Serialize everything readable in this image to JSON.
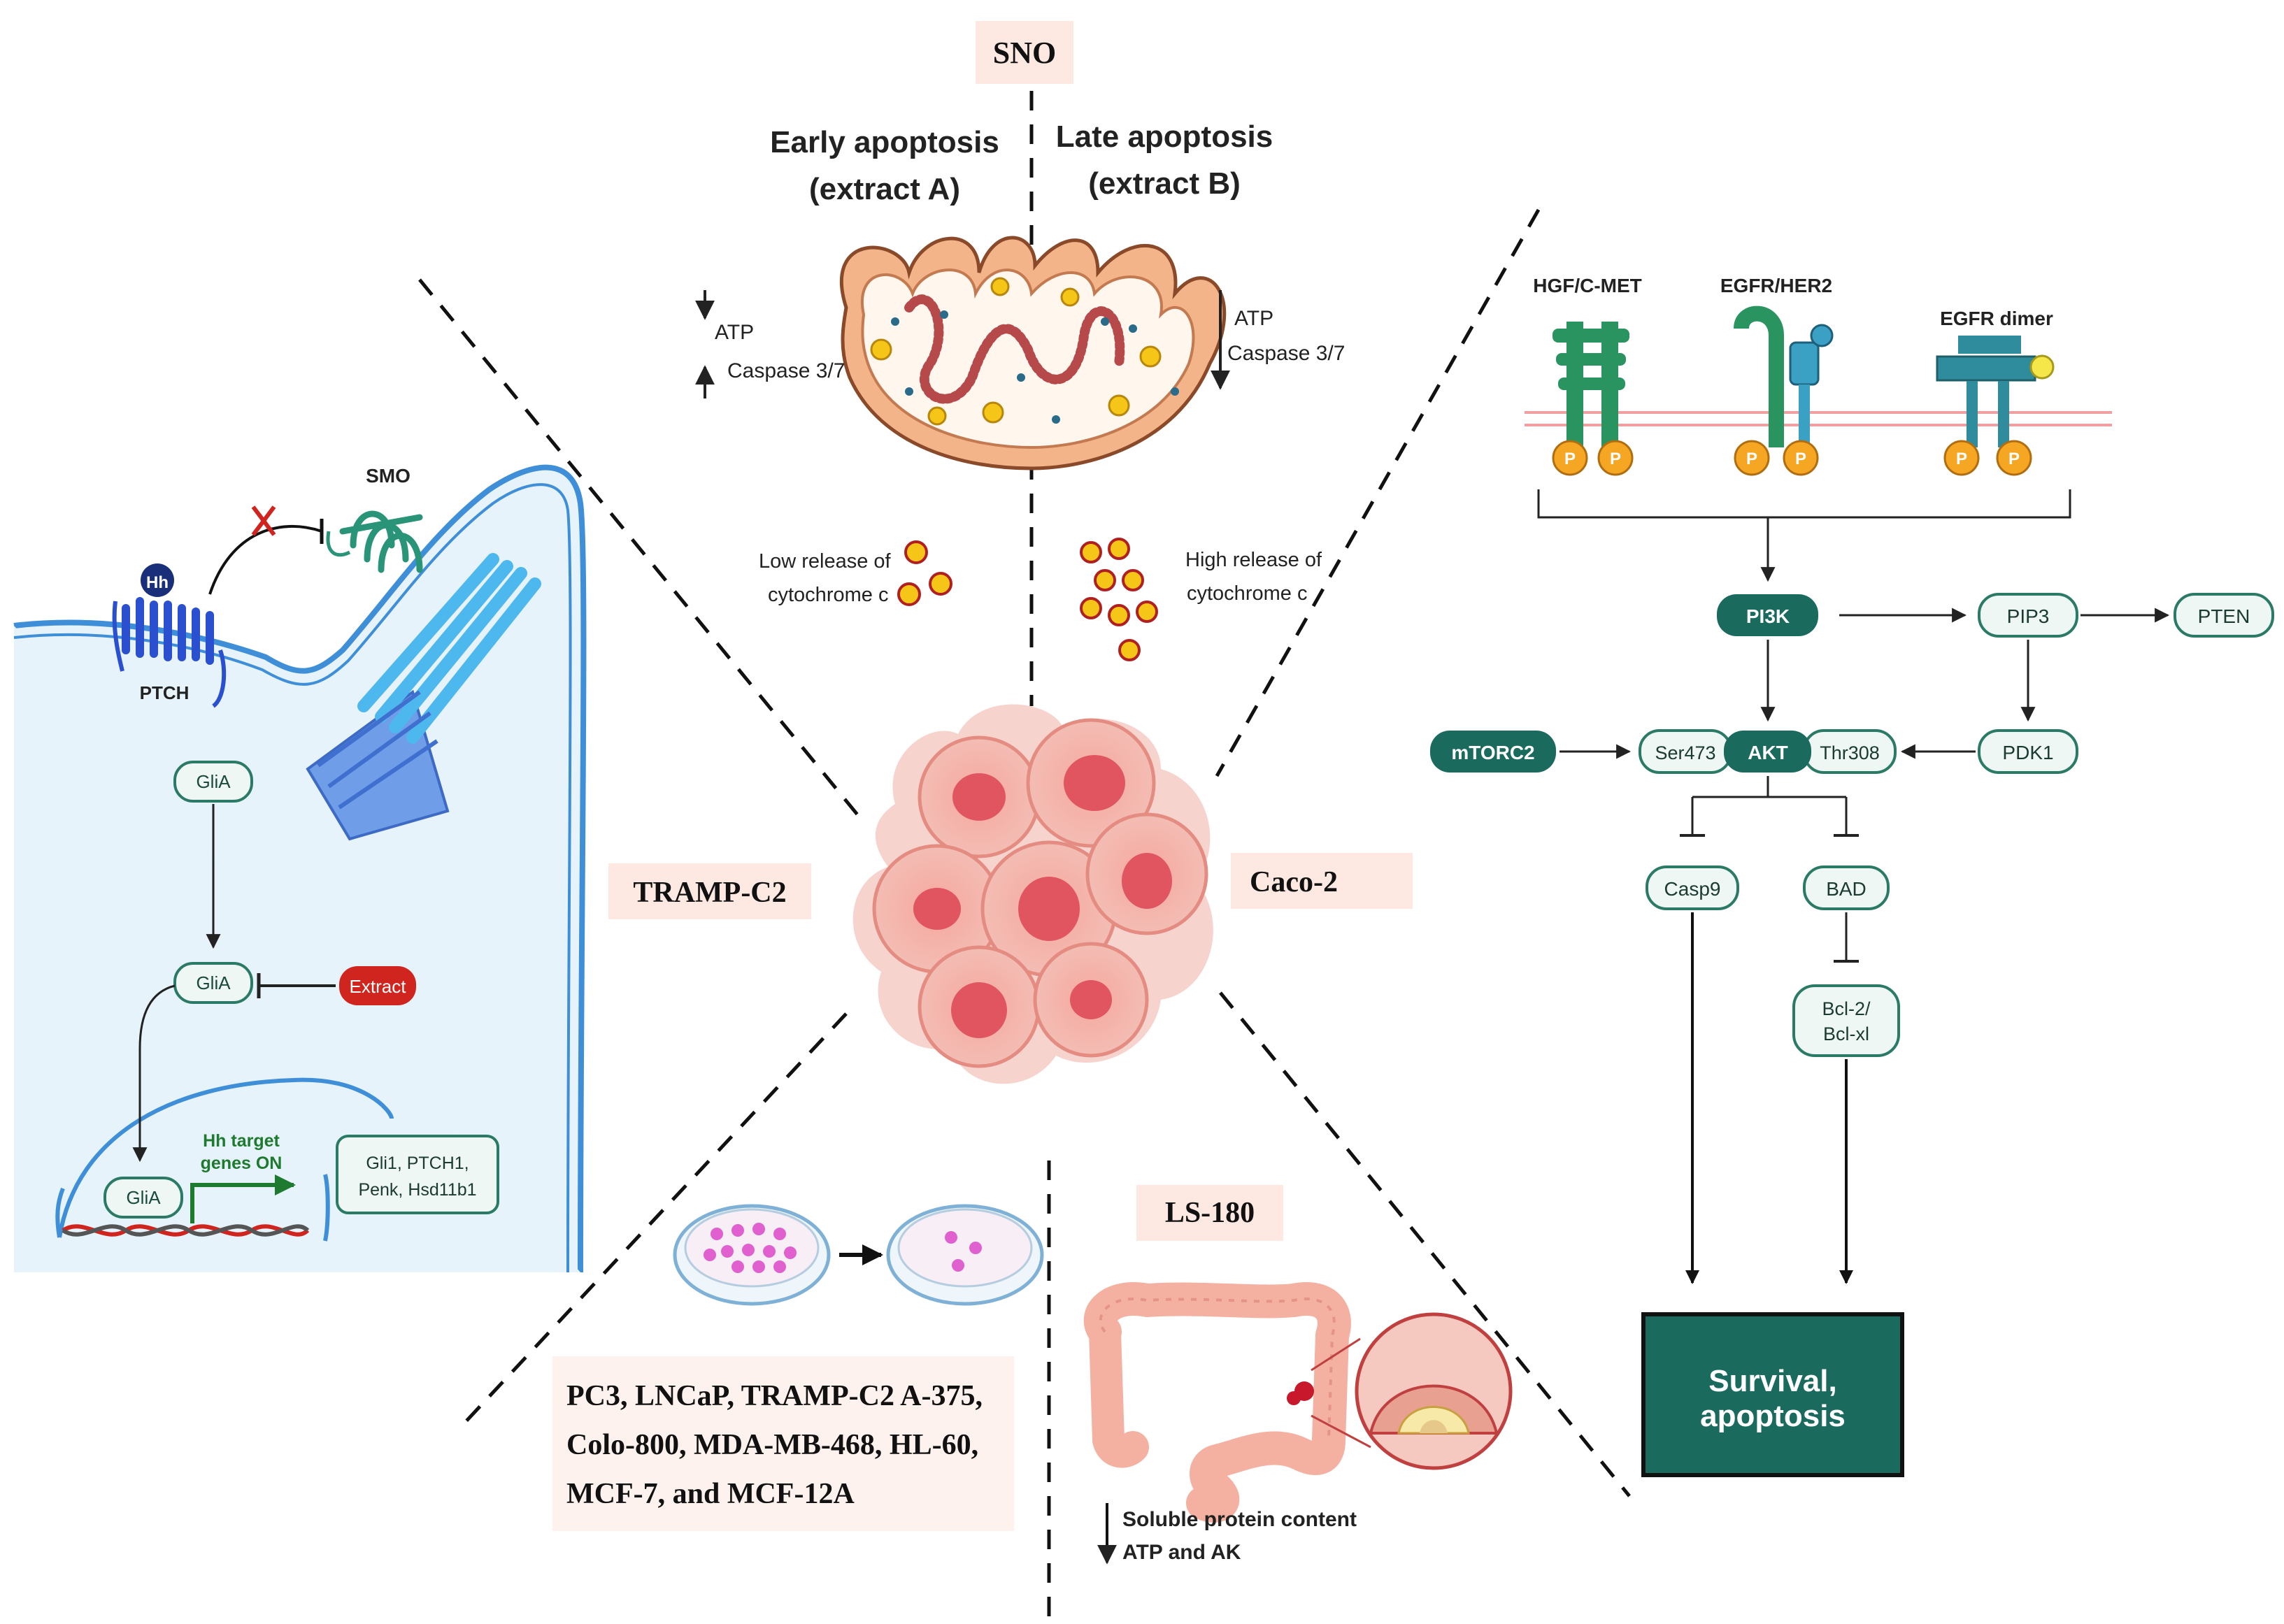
{
  "top": {
    "label": "SNO",
    "early_line1": "Early apoptosis",
    "early_line2": "(extract A)",
    "late_line1": "Late apoptosis",
    "late_line2": "(extract B)",
    "left_atp": "ATP",
    "left_caspase": "Caspase 3/7",
    "right_atp": "ATP",
    "right_caspase": "Caspase 3/7",
    "low_line1": "Low release of",
    "low_line2": "cytochrome c",
    "high_line1": "High release of",
    "high_line2": "cytochrome c"
  },
  "left": {
    "label": "TRAMP-C2",
    "smo": "SMO",
    "hh": "Hh",
    "ptch": "PTCH",
    "glia1": "GliA",
    "glia2": "GliA",
    "glia3": "GliA",
    "extract": "Extract",
    "target_line1": "Hh target",
    "target_line2": "genes ON",
    "genes_line1": "Gli1, PTCH1,",
    "genes_line2": "Penk, Hsd11b1"
  },
  "right": {
    "label": "Caco-2",
    "receptor1": "HGF/C-MET",
    "receptor2": "EGFR/HER2",
    "receptor3": "EGFR dimer",
    "p": "P",
    "pi3k": "PI3K",
    "pip3": "PIP3",
    "pten": "PTEN",
    "mtorc2": "mTORC2",
    "ser473": "Ser473",
    "akt": "AKT",
    "thr308": "Thr308",
    "pdk1": "PDK1",
    "casp9": "Casp9",
    "bad": "BAD",
    "bcl_line1": "Bcl-2/",
    "bcl_line2": "Bcl-xl",
    "survival_line1": "Survival,",
    "survival_line2": "apoptosis"
  },
  "bottom": {
    "label": "LS-180",
    "lines_line1": "PC3, LNCaP, TRAMP-C2 A-375,",
    "lines_line2": "Colo-800, MDA-MB-468, HL-60,",
    "lines_line3": "MCF-7, and MCF-12A",
    "protein_line1": "Soluble protein content",
    "protein_line2": "ATP and AK"
  },
  "colors": {
    "teal": "#1a6b5e",
    "teal_light": "#e8f4f1",
    "label_box": "#fde9e2",
    "mito": "#f4b48a",
    "cell": "#f08a80",
    "extract_red": "#d0241e",
    "membrane_blue": "#3f8fd8",
    "cell_fill": "#e7f3fb",
    "gold": "#f5c518"
  },
  "icons": [
    "mitochondrion-icon",
    "cancer-cell-cluster-icon",
    "petri-dish-icon",
    "colon-icon",
    "receptor-icon",
    "phosphate-icon",
    "cilium-icon",
    "dna-icon"
  ]
}
